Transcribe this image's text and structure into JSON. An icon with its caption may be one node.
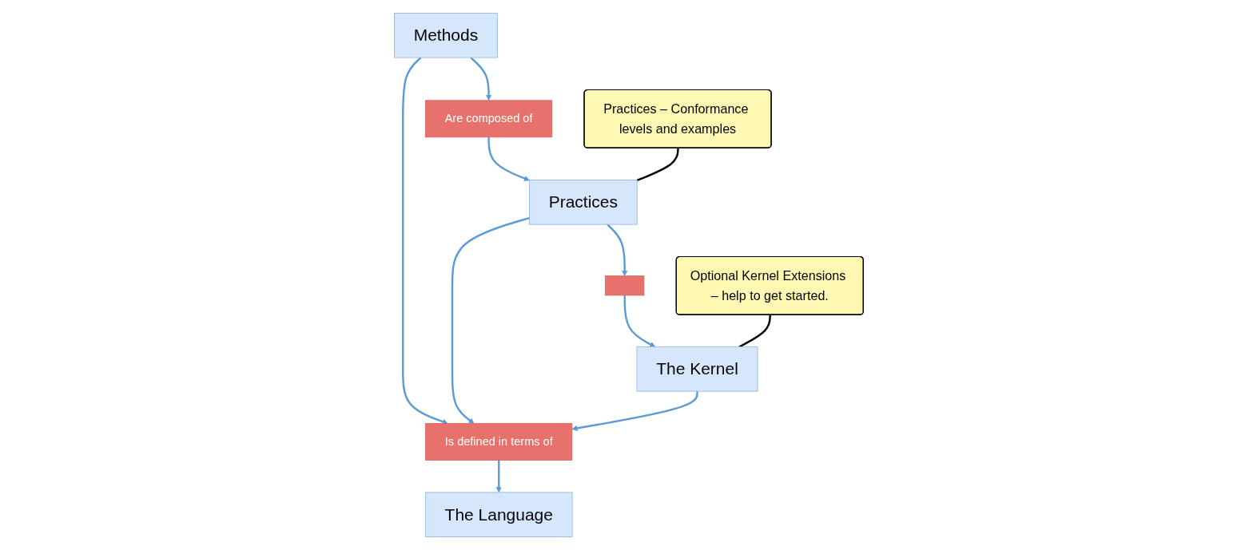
{
  "diagram": {
    "nodes": [
      {
        "text": [
          "Methods"
        ]
      },
      {
        "text": [
          "Practices"
        ]
      },
      {
        "text": [
          "The Kernel"
        ]
      },
      {
        "text": [
          "The Language"
        ]
      },
      {
        "text": [
          "Is defined in terms of"
        ]
      },
      {
        "text": [
          "Are composed of"
        ]
      },
      {
        "text": [],
        "shape": "box"
      },
      {
        "text": [
          "Practices – Conformance levels and examples"
        ]
      },
      {
        "text": [
          "Optional Kernel Extensions – help to get started."
        ]
      }
    ],
    "edges": [
      {
        "from": 0,
        "to": 4,
        "arrow": "to"
      },
      {
        "from": 1,
        "to": 4,
        "arrow": "to"
      },
      {
        "from": 2,
        "to": 4,
        "arrow": "to"
      },
      {
        "from": 4,
        "to": 3,
        "arrow": "to"
      },
      {
        "from": 0,
        "to": 5,
        "arrow": "to"
      },
      {
        "from": 5,
        "to": 1,
        "arrow": "to"
      },
      {
        "from": 1,
        "to": 6,
        "arrow": "to"
      },
      {
        "from": 6,
        "to": 2,
        "arrow": "to"
      },
      {
        "from": 7,
        "to": 1,
        "arrow": "none",
        "color": "#000000"
      },
      {
        "from": 8,
        "to": 2,
        "arrow": "none",
        "color": "#000000"
      }
    ]
  }
}
